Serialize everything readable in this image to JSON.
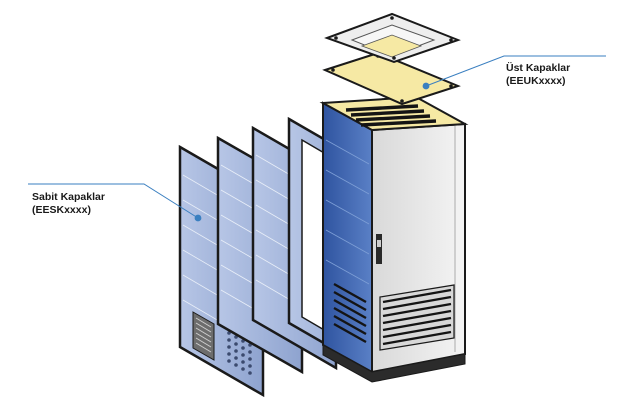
{
  "callouts": {
    "top_covers": {
      "title": "Üst Kapaklar",
      "code": "(EEUKxxxx)"
    },
    "fixed_covers": {
      "title": "Sabit Kapaklar",
      "code": "(EESKxxxx)"
    }
  },
  "colors": {
    "leader_line": "#3a7fc0",
    "panel_blue": "#9fb3d9",
    "cabinet_side": "#3f64ae",
    "cabinet_front": "#e9e9e9",
    "top_cover": "#f6e9a4",
    "outline": "#1a1a1a"
  }
}
